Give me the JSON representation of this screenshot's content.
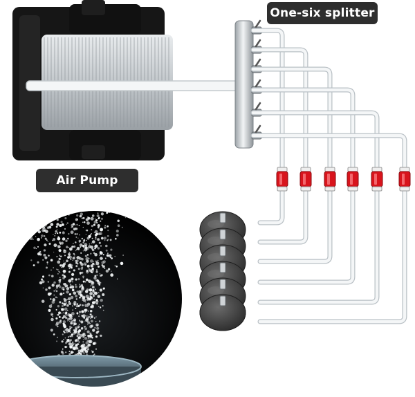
{
  "labels": {
    "splitter": "One-six splitter",
    "air_pump": "Air Pump"
  },
  "components": {
    "outlet_count": 6,
    "air_stone_count": 6,
    "check_valve_count": 6
  },
  "icons": [
    "air-pump-icon",
    "splitter-manifold-icon",
    "check-valve-icon",
    "air-stone-icon",
    "bubble-stream-icon"
  ],
  "colors": {
    "background": "#ffffff",
    "label_bg": "#2e2e2e",
    "label_text": "#ffffff",
    "tube": "#f4f6f7",
    "tube_outline": "#b9c0c5",
    "check_valve": "#d8141c",
    "air_stone": "#3f3f3f",
    "pump_body": "#c8ccd0",
    "pump_frame": "#1b1b1b"
  }
}
